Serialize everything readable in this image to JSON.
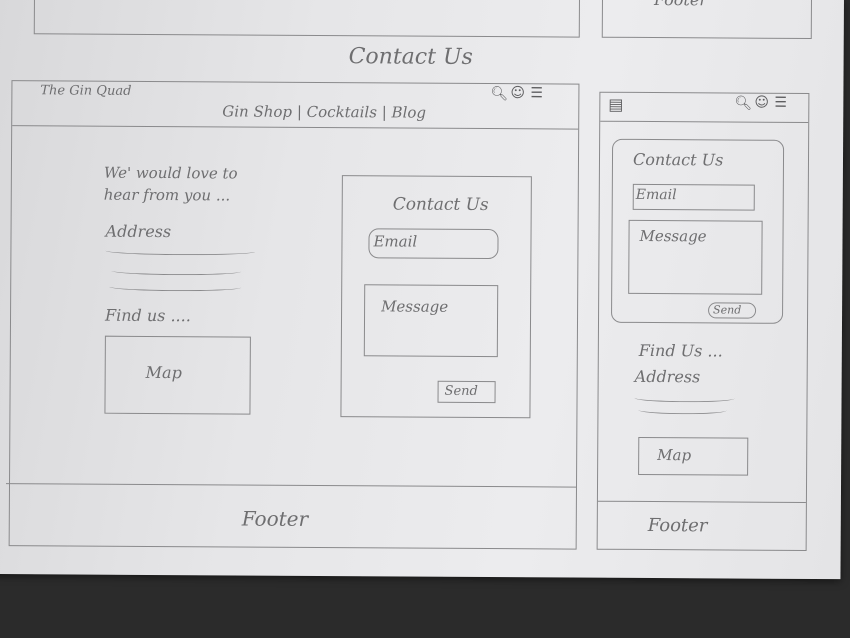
{
  "section_title": "Contact Us",
  "desktop": {
    "brand": "The Gin Quad",
    "nav": [
      "Gin Shop",
      "Cocktails",
      "Blog"
    ],
    "nav_sep": "|",
    "intro_line1": "We' would love to",
    "intro_line2": "hear from you ...",
    "address_label": "Address",
    "find_us_label": "Find us ....",
    "map_label": "Map",
    "form_title": "Contact Us",
    "email_label": "Email",
    "message_label": "Message",
    "send_label": "Send",
    "footer_label": "Footer"
  },
  "mobile": {
    "form_title": "Contact Us",
    "email_label": "Email",
    "message_label": "Message",
    "send_label": "Send",
    "find_us_label": "Find Us ...",
    "address_label": "Address",
    "map_label": "Map",
    "footer_label": "Footer"
  },
  "top_remnant_label": "Footer",
  "icons": [
    "search-icon",
    "user-icon",
    "cart-icon",
    "menu-icon"
  ]
}
